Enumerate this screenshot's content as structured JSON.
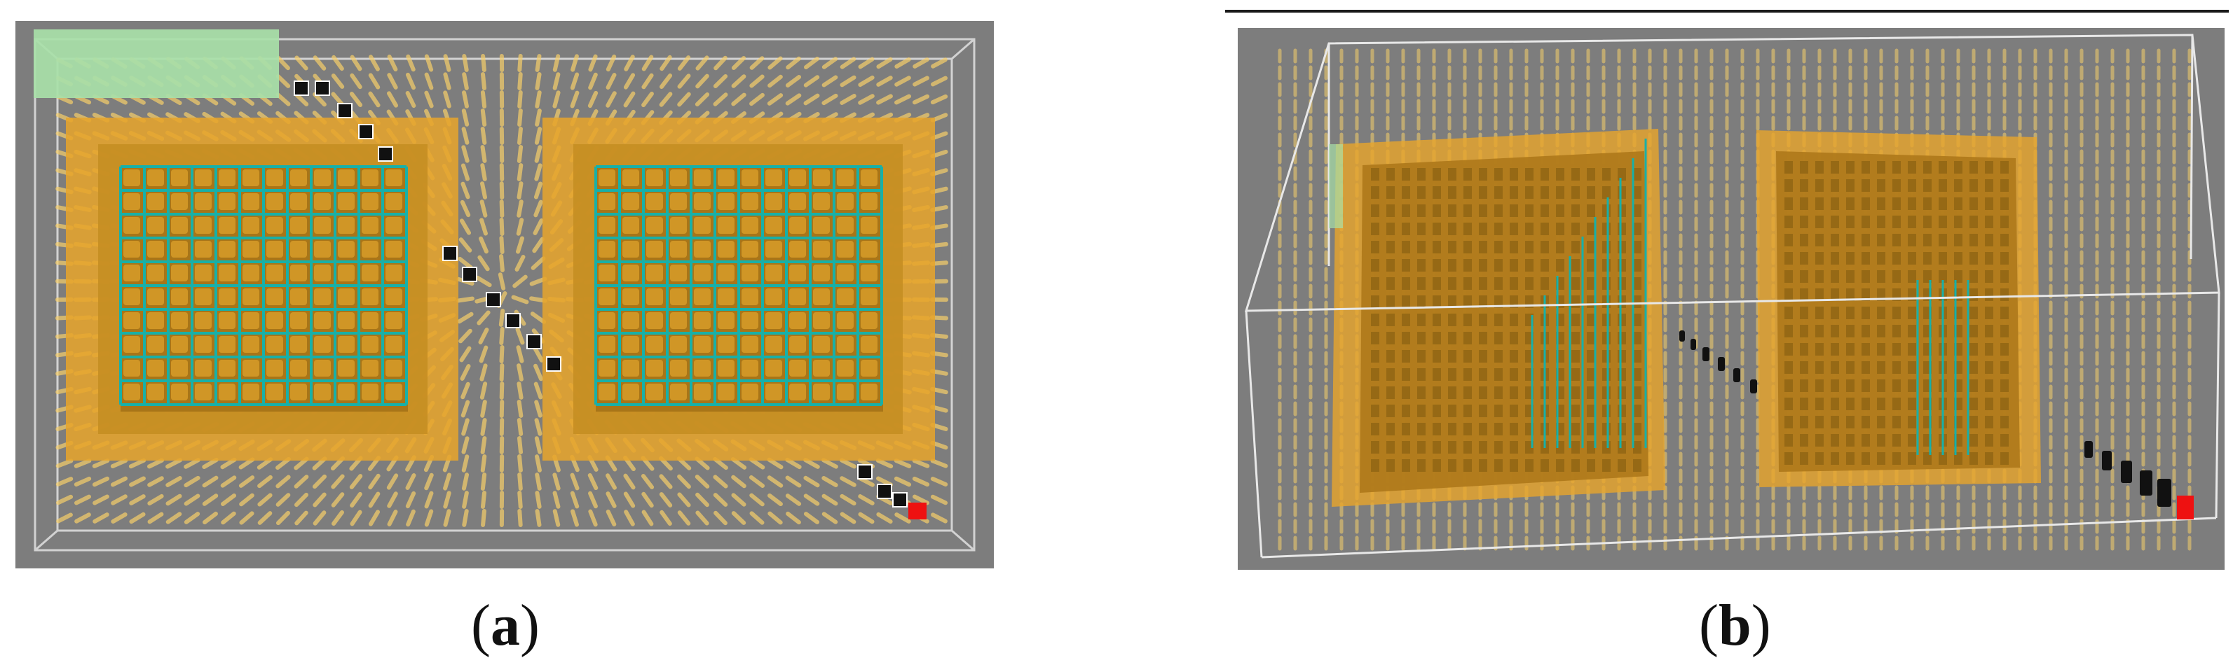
{
  "figure": {
    "panels": [
      {
        "id": "a",
        "caption": {
          "open": "(",
          "letter": "a",
          "close": ")"
        },
        "view": "top"
      },
      {
        "id": "b",
        "caption": {
          "open": "(",
          "letter": "b",
          "close": ")"
        },
        "view": "perspective"
      }
    ]
  },
  "colors": {
    "background": "#7d7d7d",
    "voxel": "#f2b633",
    "voxel_dark": "#b9851c",
    "grid_lines": "#18b0a8",
    "wireframe": "#e8e8e8",
    "start_marker": "#a8e0a8",
    "end_marker": "#ee1111",
    "path": "#111111"
  }
}
